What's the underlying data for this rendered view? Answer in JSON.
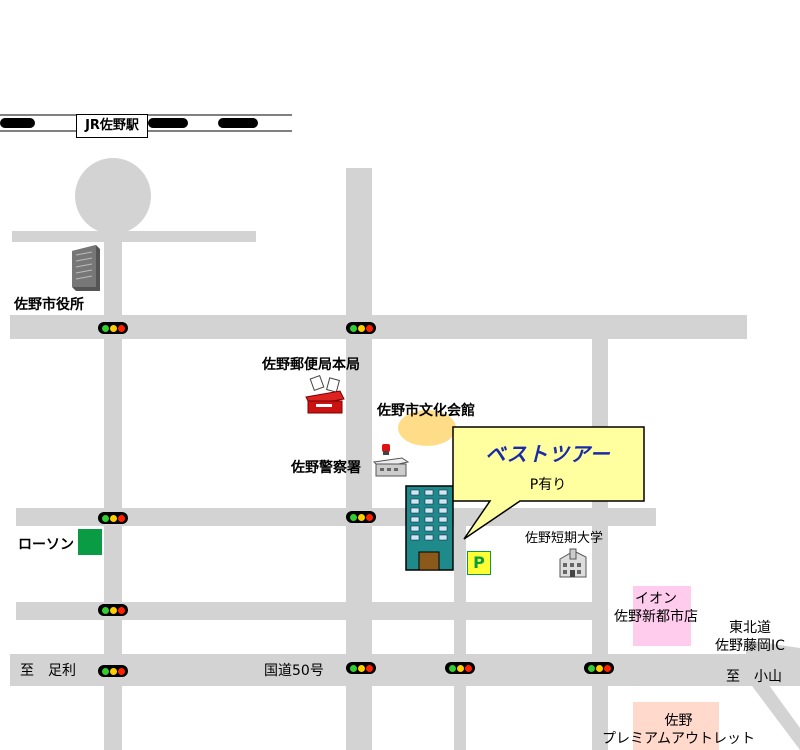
{
  "station": {
    "label": "JR佐野駅"
  },
  "places": {
    "city_hall": "佐野市役所",
    "post_office": "佐野郵便局本局",
    "culture_hall": "佐野市文化会館",
    "police": "佐野警察署",
    "lawson": "ローソン",
    "junior_college": "佐野短期大学",
    "aeon": "イオン\n佐野新都市店",
    "tohoku_ic": "東北道\n佐野藤岡IC",
    "outlet": "佐野\nプレミアムアウトレット"
  },
  "directions": {
    "ashikaga": "至　足利",
    "oyama": "至　小山"
  },
  "route": {
    "label": "国道50号"
  },
  "callout": {
    "title": "ベストツアー",
    "subtitle": "P有り"
  },
  "parking": {
    "label": "P"
  },
  "colors": {
    "road": "#d3d3d3",
    "callout_bg": "#ffffa0",
    "callout_title": "#1a2aa8",
    "lawson": "#0a9b45",
    "aeon": "#ffccee",
    "outlet": "#ffd9cc",
    "building": "#1f8a8a",
    "culture_hall": "#ffdd88",
    "parking_bg": "#ffff33"
  },
  "icons": [
    "railway-icon",
    "office-building-icon",
    "post-office-icon",
    "police-station-icon",
    "school-icon",
    "parking-icon",
    "traffic-signal-icon"
  ]
}
